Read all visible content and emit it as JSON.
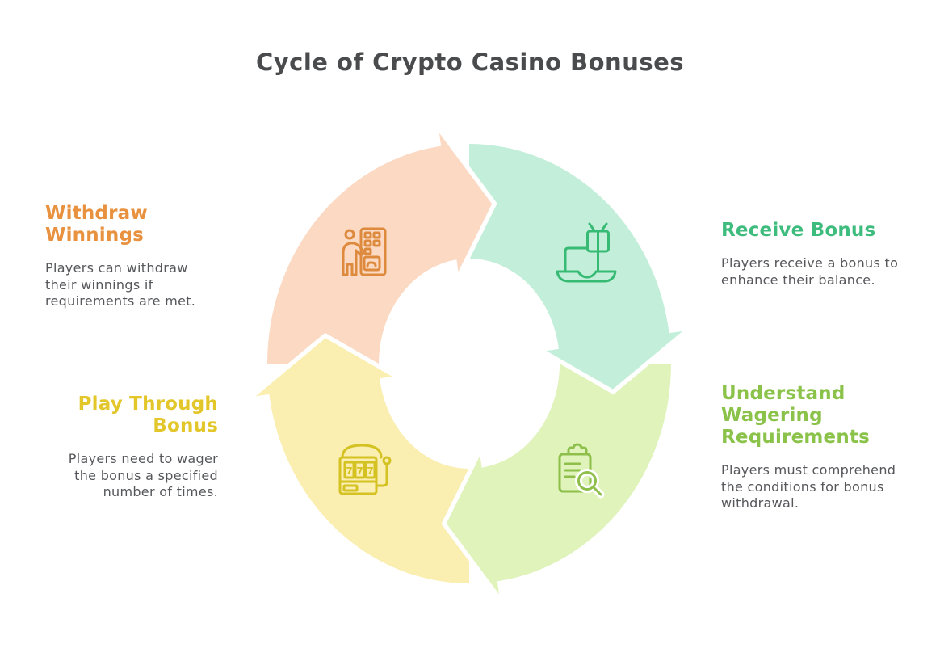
{
  "title": "Cycle of Crypto Casino Bonuses",
  "colors": {
    "title_text": "#4a4b4d",
    "body_text": "#56575b",
    "background": "#ffffff"
  },
  "steps": [
    {
      "id": "receive-bonus",
      "heading": "Receive Bonus",
      "description": "Players receive a bonus to enhance their balance.",
      "accent": "#3dbc7d",
      "segment_fill": "#c3efda",
      "icon": "laptop-gift-icon",
      "icon_color": "#36ba74"
    },
    {
      "id": "understand-wagering-requirements",
      "heading": "Understand Wagering Requirements",
      "description": "Players must comprehend the conditions for bonus withdrawal.",
      "accent": "#8bc34a",
      "segment_fill": "#dff3bb",
      "icon": "clipboard-search-icon",
      "icon_color": "#8ebf4a"
    },
    {
      "id": "play-through-bonus",
      "heading": "Play Through Bonus",
      "description": "Players need to wager the bonus a specified number of times.",
      "accent": "#e3c62a",
      "segment_fill": "#faeeb0",
      "icon": "slot-machine-icon",
      "icon_color": "#d4c222",
      "reels": [
        "7",
        "7",
        "7"
      ]
    },
    {
      "id": "withdraw-winnings",
      "heading": "Withdraw Winnings",
      "description": "Players can withdraw their winnings if requirements are met.",
      "accent": "#e8913f",
      "segment_fill": "#fbd9c2",
      "icon": "atm-withdraw-icon",
      "icon_color": "#dd8a3e"
    }
  ]
}
